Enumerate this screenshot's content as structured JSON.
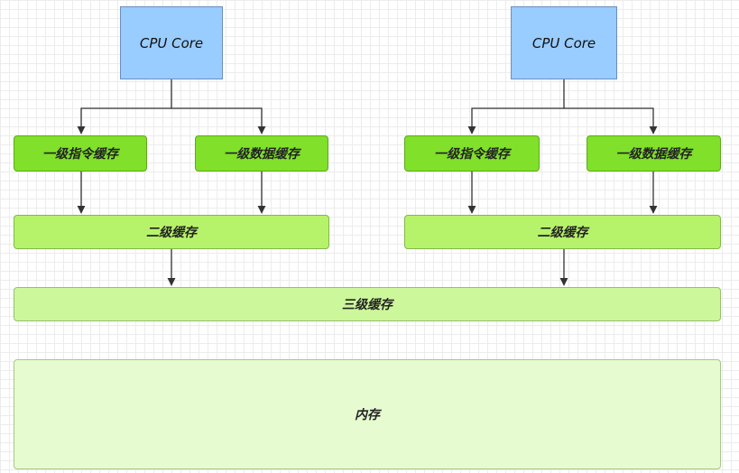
{
  "diagram": {
    "cores": [
      {
        "core_label": "CPU Core",
        "l1_instruction": "一级指令缓存",
        "l1_data": "一级数据缓存",
        "l2": "二级缓存"
      },
      {
        "core_label": "CPU Core",
        "l1_instruction": "一级指令缓存",
        "l1_data": "一级数据缓存",
        "l2": "二级缓存"
      }
    ],
    "l3": "三级缓存",
    "memory": "内存"
  },
  "colors": {
    "cpu": "#99ccff",
    "l1": "#80e02a",
    "l2": "#b7f36a",
    "l3": "#ccf79a",
    "memory": "#e6fcd0",
    "wire": "#333333"
  }
}
